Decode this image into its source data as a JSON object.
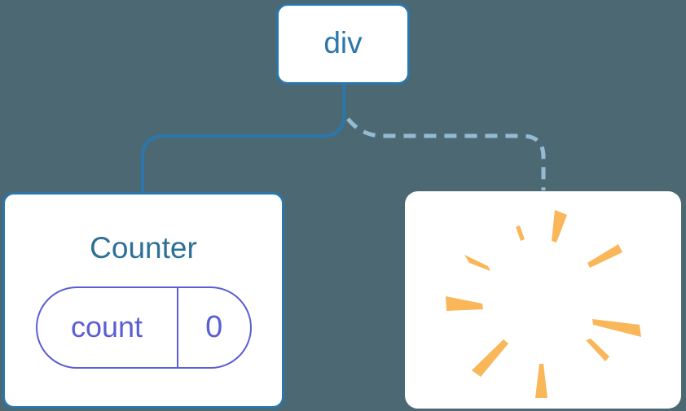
{
  "diagram": {
    "root": {
      "label": "div"
    },
    "counter": {
      "title": "Counter",
      "state": {
        "name": "count",
        "value": "0"
      }
    },
    "removed": {
      "icon": "poof-starburst-icon"
    }
  },
  "colors": {
    "background": "#4c6973",
    "line_blue": "#2b76aa",
    "title_blue": "#2d7096",
    "state_purple": "#5b5ed2",
    "dashed_blue": "#95bbd3",
    "poof_orange": "#f9b75a",
    "card_white": "#ffffff"
  }
}
